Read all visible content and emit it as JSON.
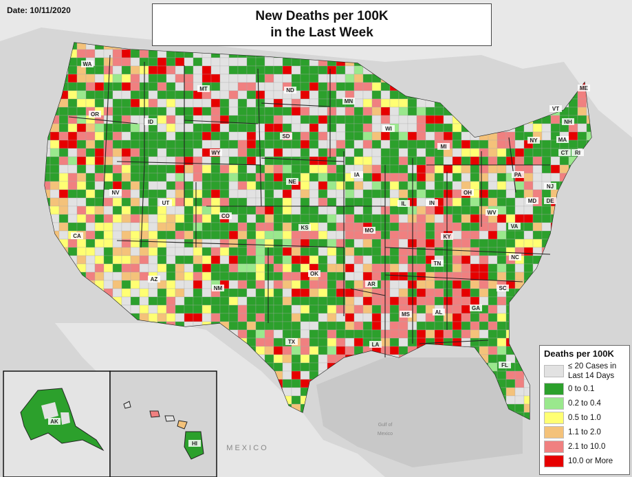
{
  "date_label": "Date: 10/11/2020",
  "title": [
    "New Deaths per 100K",
    "in the Last Week"
  ],
  "legend": {
    "title": "Deaths per 100K",
    "items": [
      {
        "label": [
          "≤ 20 Cases in",
          "Last 14 Days"
        ],
        "color": "#e2e2e2"
      },
      {
        "label": [
          "0 to 0.1"
        ],
        "color": "#2ca02c"
      },
      {
        "label": [
          "0.2 to 0.4"
        ],
        "color": "#9ae88d"
      },
      {
        "label": [
          "0.5 to 1.0"
        ],
        "color": "#ffff73"
      },
      {
        "label": [
          "1.1 to 2.0"
        ],
        "color": "#f4c27a"
      },
      {
        "label": [
          "2.1 to 10.0"
        ],
        "color": "#f08080"
      },
      {
        "label": [
          "10.0 or More"
        ],
        "color": "#e60000"
      }
    ]
  },
  "state_labels": [
    "WA",
    "OR",
    "ID",
    "MT",
    "ND",
    "MN",
    "WI",
    "MI",
    "SD",
    "WY",
    "NV",
    "CA",
    "UT",
    "CO",
    "NE",
    "IA",
    "IL",
    "IN",
    "OH",
    "PA",
    "NY",
    "VT",
    "NH",
    "ME",
    "MA",
    "CT",
    "RI",
    "NJ",
    "MD",
    "DE",
    "WV",
    "VA",
    "KY",
    "TN",
    "NC",
    "SC",
    "GA",
    "AL",
    "MS",
    "AR",
    "MO",
    "KS",
    "OK",
    "TX",
    "LA",
    "FL",
    "AZ",
    "NM",
    "AK",
    "HI"
  ],
  "geography_labels": {
    "gulf": [
      "Gulf of",
      "Mexico"
    ],
    "mexico": "MEXICO"
  },
  "colors": {
    "background": "#dcdcdc",
    "land": "#e8e8e8",
    "water": "#c9c9c9",
    "state_border": "#222222"
  }
}
